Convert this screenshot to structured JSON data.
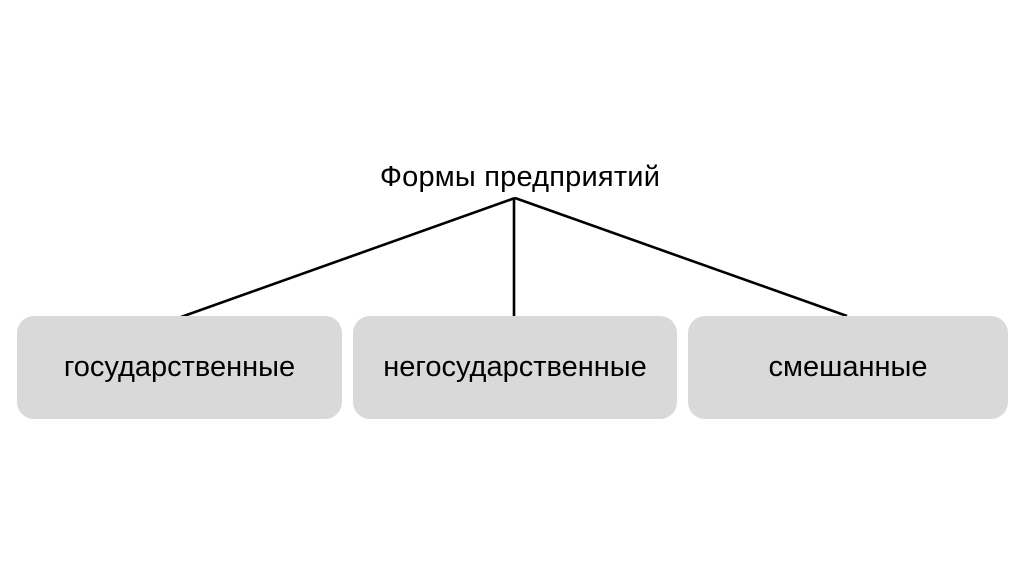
{
  "diagram": {
    "title": "Формы предприятий",
    "nodes": [
      {
        "label": "государственные"
      },
      {
        "label": "негосударственные"
      },
      {
        "label": "смешанные"
      }
    ]
  },
  "colors": {
    "background": "#ffffff",
    "node_fill": "#d9d9d9",
    "line": "#000000",
    "text": "#000000"
  }
}
